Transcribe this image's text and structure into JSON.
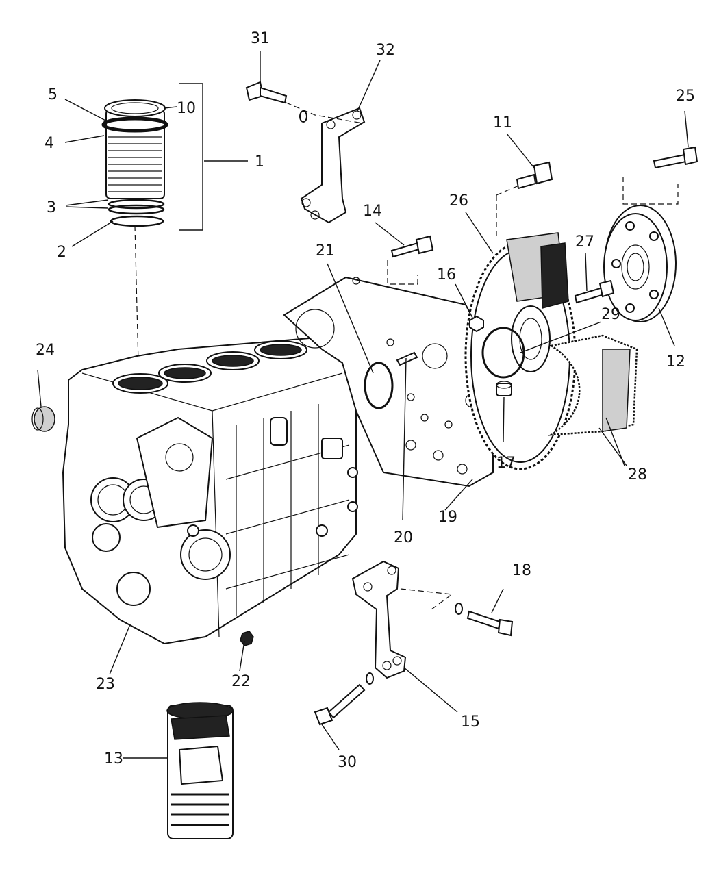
{
  "callouts": {
    "c1": "1",
    "c2": "2",
    "c3": "3",
    "c4": "4",
    "c5": "5",
    "c10": "10",
    "c11": "11",
    "c12": "12",
    "c13": "13",
    "c14": "14",
    "c15": "15",
    "c16": "16",
    "c17": "17",
    "c18": "18",
    "c19": "19",
    "c20": "20",
    "c21": "21",
    "c22": "22",
    "c23": "23",
    "c24": "24",
    "c25": "25",
    "c26": "26",
    "c27": "27",
    "c28": "28",
    "c29": "29",
    "c30": "30",
    "c31": "31",
    "c32": "32"
  }
}
